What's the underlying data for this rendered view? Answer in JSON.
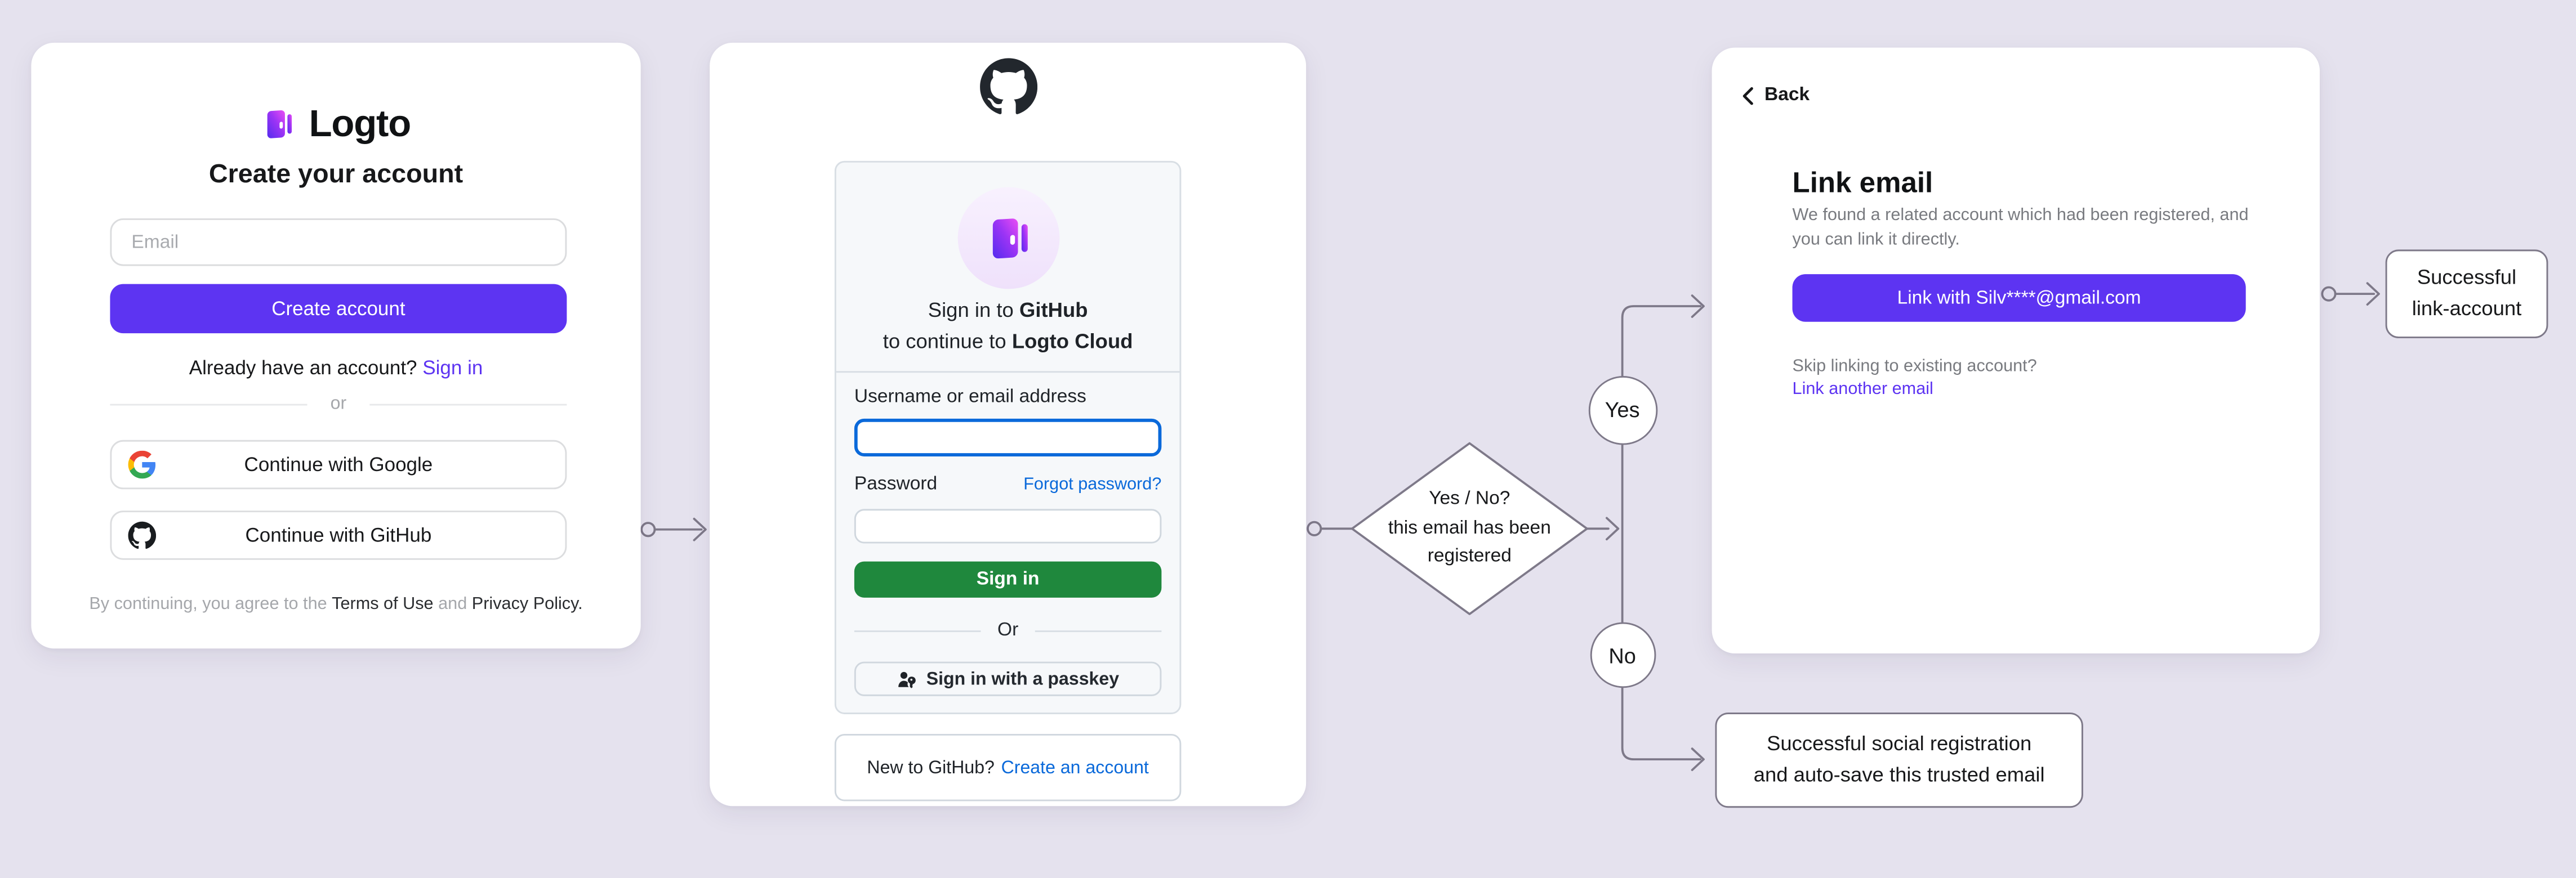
{
  "colors": {
    "background": "#E5E2EE",
    "accent_purple": "#5D34F2",
    "github_green": "#1F883D",
    "github_blue": "#0A69DA",
    "flow_line_gray": "#7E7989"
  },
  "logto_card": {
    "brand": "Logto",
    "title": "Create your account",
    "email_placeholder": "Email",
    "create_button": "Create account",
    "signin_prompt": "Already have an account?",
    "signin_link": "Sign in",
    "divider": "or",
    "google_button": "Continue with Google",
    "github_button": "Continue with GitHub",
    "footer_prefix": "By continuing, you agree to the",
    "terms_link": "Terms of Use",
    "footer_and": "and",
    "privacy_link": "Privacy Policy."
  },
  "github_card": {
    "signin_prefix": "Sign in to",
    "signin_bold": "GitHub",
    "continue_prefix": "to continue to",
    "continue_bold": "Logto Cloud",
    "username_label": "Username or email address",
    "password_label": "Password",
    "forgot_link": "Forgot password?",
    "signin_button": "Sign in",
    "divider": "Or",
    "passkey_button": "Sign in with a passkey",
    "footer_prompt": "New to GitHub?",
    "footer_link": "Create an account"
  },
  "link_card": {
    "back": "Back",
    "title": "Link email",
    "description_line1": "We found a related account which had been registered, and",
    "description_line2": "you can link it directly.",
    "link_button": "Link with Silv****@gmail.com",
    "skip_text": "Skip linking to existing account?",
    "skip_link": "Link another email"
  },
  "flow": {
    "decision_line1": "Yes / No?",
    "decision_line2": "this email has been",
    "decision_line3": "registered",
    "yes_label": "Yes",
    "no_label": "No",
    "outcome_link_line1": "Successful",
    "outcome_link_line2": "link-account",
    "outcome_social_line1": "Successful social registration",
    "outcome_social_line2": "and auto-save this trusted email"
  }
}
